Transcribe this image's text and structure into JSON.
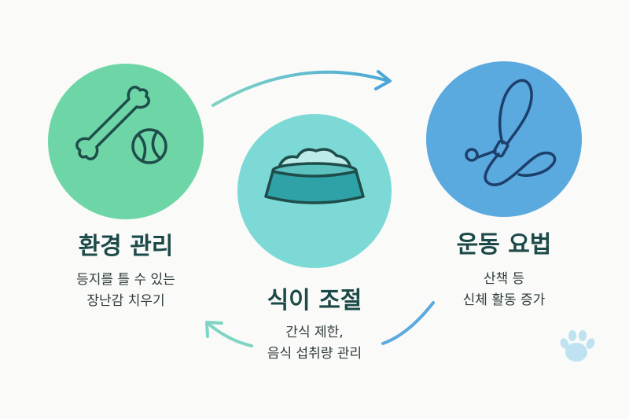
{
  "steps": {
    "environment": {
      "title": "환경 관리",
      "desc": [
        "등지를 틀 수 있는",
        "장난감 치우기"
      ],
      "icon": "bone-and-ball-icon",
      "color": "#6ed6a6"
    },
    "diet": {
      "title": "식이 조절",
      "desc": [
        "간식 제한,",
        "음식 섭취량 관리"
      ],
      "icon": "food-bowl-icon",
      "color": "#7dd9d6"
    },
    "exercise": {
      "title": "운동 요법",
      "desc": [
        "산책 등",
        "신체 활동 증가"
      ],
      "icon": "leash-icon",
      "color": "#5aa9df"
    }
  },
  "decor": {
    "paw_icon": "paw-print-icon"
  }
}
